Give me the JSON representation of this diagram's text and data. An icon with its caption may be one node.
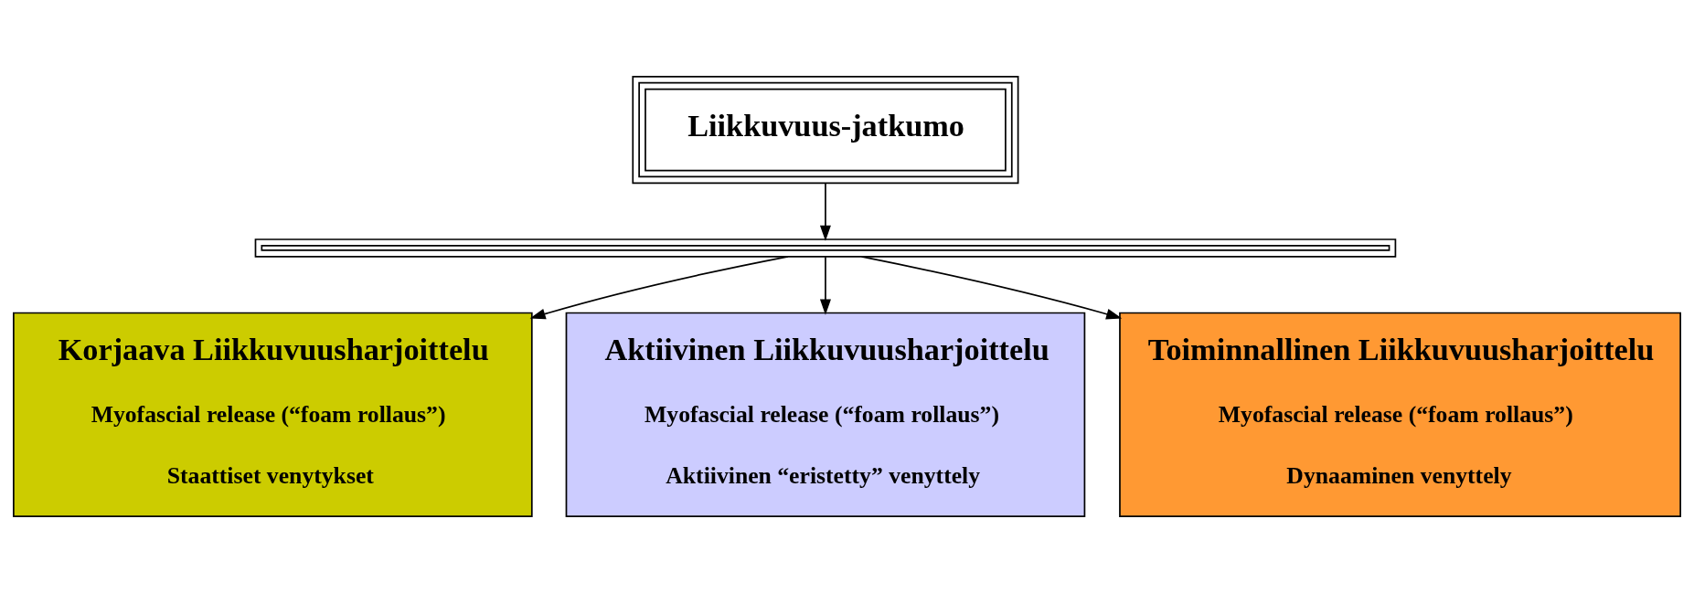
{
  "diagram": {
    "nodes": [
      {
        "text": [
          "Liikkuvuus-jatkumo"
        ]
      },
      {
        "text": [],
        "shape": "bar"
      },
      {
        "text": [
          "Korjaava Liikkuvuusharjoittelu",
          "Myofascial release (“foam rollaus”)",
          "Staattiset venytykset"
        ]
      },
      {
        "text": [
          "Aktiivinen Liikkuvuusharjoittelu",
          "Myofascial release (“foam rollaus”)",
          "Aktiivinen “eristetty” venyttely"
        ]
      },
      {
        "text": [
          "Toiminnallinen Liikkuvuusharjoittelu",
          "Myofascial release (“foam rollaus”)",
          "Dynaaminen venyttely"
        ]
      }
    ],
    "edges": [
      {
        "from": 0,
        "to": 1,
        "arrow": "to"
      },
      {
        "from": 1,
        "to": 2,
        "arrow": "to"
      },
      {
        "from": 1,
        "to": 3,
        "arrow": "to"
      },
      {
        "from": 1,
        "to": 4,
        "arrow": "to"
      }
    ]
  }
}
